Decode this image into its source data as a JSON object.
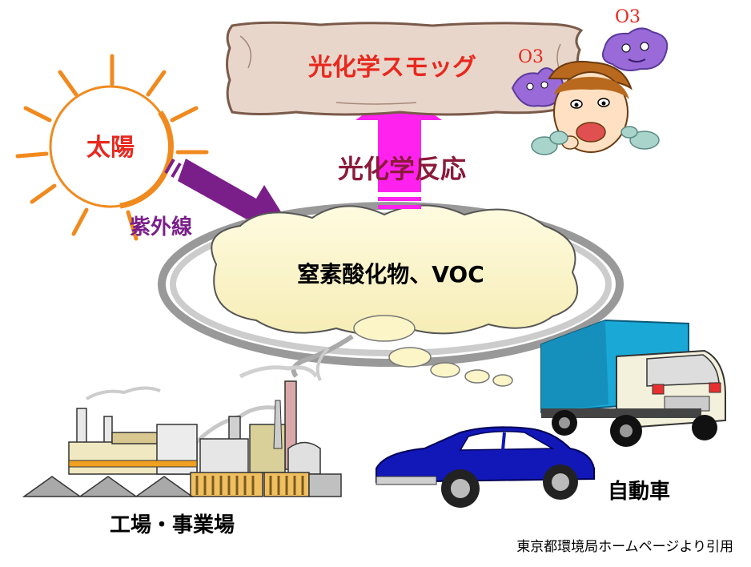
{
  "labels": {
    "sun": "太陽",
    "uv": "紫外線",
    "smog": "光化学スモッグ",
    "reaction": "光化学反応",
    "pollutants": "窒素酸化物、VOC",
    "factory": "工場・事業場",
    "cars": "自動車",
    "ozone_left": "O3",
    "ozone_right": "O3",
    "citation": "東京都環境局ホームページより引用"
  },
  "colors": {
    "sun_red": "#e8281e",
    "sun_orange": "#f08a1e",
    "uv_purple": "#7a1f8a",
    "smog_red": "#e8281e",
    "reaction_pink": "#ff22ee",
    "reaction_text": "#8b1a3a",
    "cloud_fill": "#fbf5c8",
    "board_fill": "#e9d6cb",
    "car_blue": "#1218b8",
    "truck_blue": "#1aa9d6",
    "ozone_purple": "#9a6ad8"
  }
}
